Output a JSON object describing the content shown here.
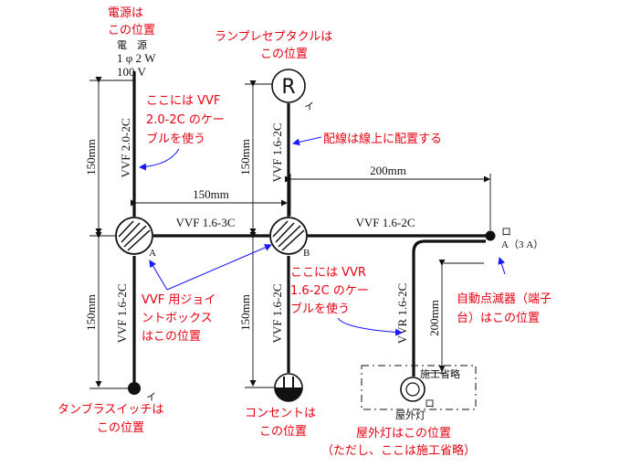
{
  "colors": {
    "annotation": "#e60012",
    "arrow": "#1a1aff",
    "line": "#111111"
  },
  "power": {
    "annotation": [
      "電源は",
      "この位置"
    ],
    "label": [
      "電　源",
      "1 φ 2 W",
      "100 V"
    ]
  },
  "lamp": {
    "annotation": [
      "ランプレセプタクルは",
      "この位置"
    ],
    "symbol": "R",
    "mark": "イ"
  },
  "wiring_note": "配線は線上に配置する",
  "cables": {
    "power_to_a": "VVF 2.0-2C",
    "a_to_b": "VVF 1.6-3C",
    "b_to_lamp": "VVF 1.6-2C",
    "b_to_terminal": "VVF 1.6-2C",
    "a_to_switch": "VVF 1.6-2C",
    "b_to_outlet": "VVF 1.6-2C",
    "vvr_to_outdoor": "VVR 1.6-2C"
  },
  "dims": {
    "d150_left_top": "150mm",
    "d150_left_bottom": "150mm",
    "d150_middle_top": "150mm",
    "d150_middle_bottom": "150mm",
    "d150_horizontal": "150mm",
    "d200_horizontal": "200mm",
    "d200_vertical": "200mm"
  },
  "annotations": {
    "vvf20": [
      "ここには VVF",
      "2.0-2C のケー",
      "ブルを使う"
    ],
    "vvr": [
      "ここには VVR",
      "1.6-2C のケー",
      "ブルを使う"
    ],
    "junction": [
      "VVF 用ジョイ",
      "ントボックス",
      "はこの位置"
    ],
    "switch": [
      "タンブラスイッチは",
      "この位置"
    ],
    "outlet": [
      "コンセントは",
      "この位置"
    ],
    "outdoor": [
      "屋外灯はこの位置",
      "（ただし、ここは施工省略）"
    ],
    "terminal": [
      "自動点滅器（端子",
      "台）はこの位置"
    ]
  },
  "boxes": {
    "a": "A",
    "b": "B"
  },
  "switch_mark": "イ",
  "terminal": {
    "mark": "ロ",
    "label": "A（3 A）"
  },
  "outdoor": {
    "omitted": "施工省略",
    "label": "屋外灯",
    "mark": "ロ"
  }
}
